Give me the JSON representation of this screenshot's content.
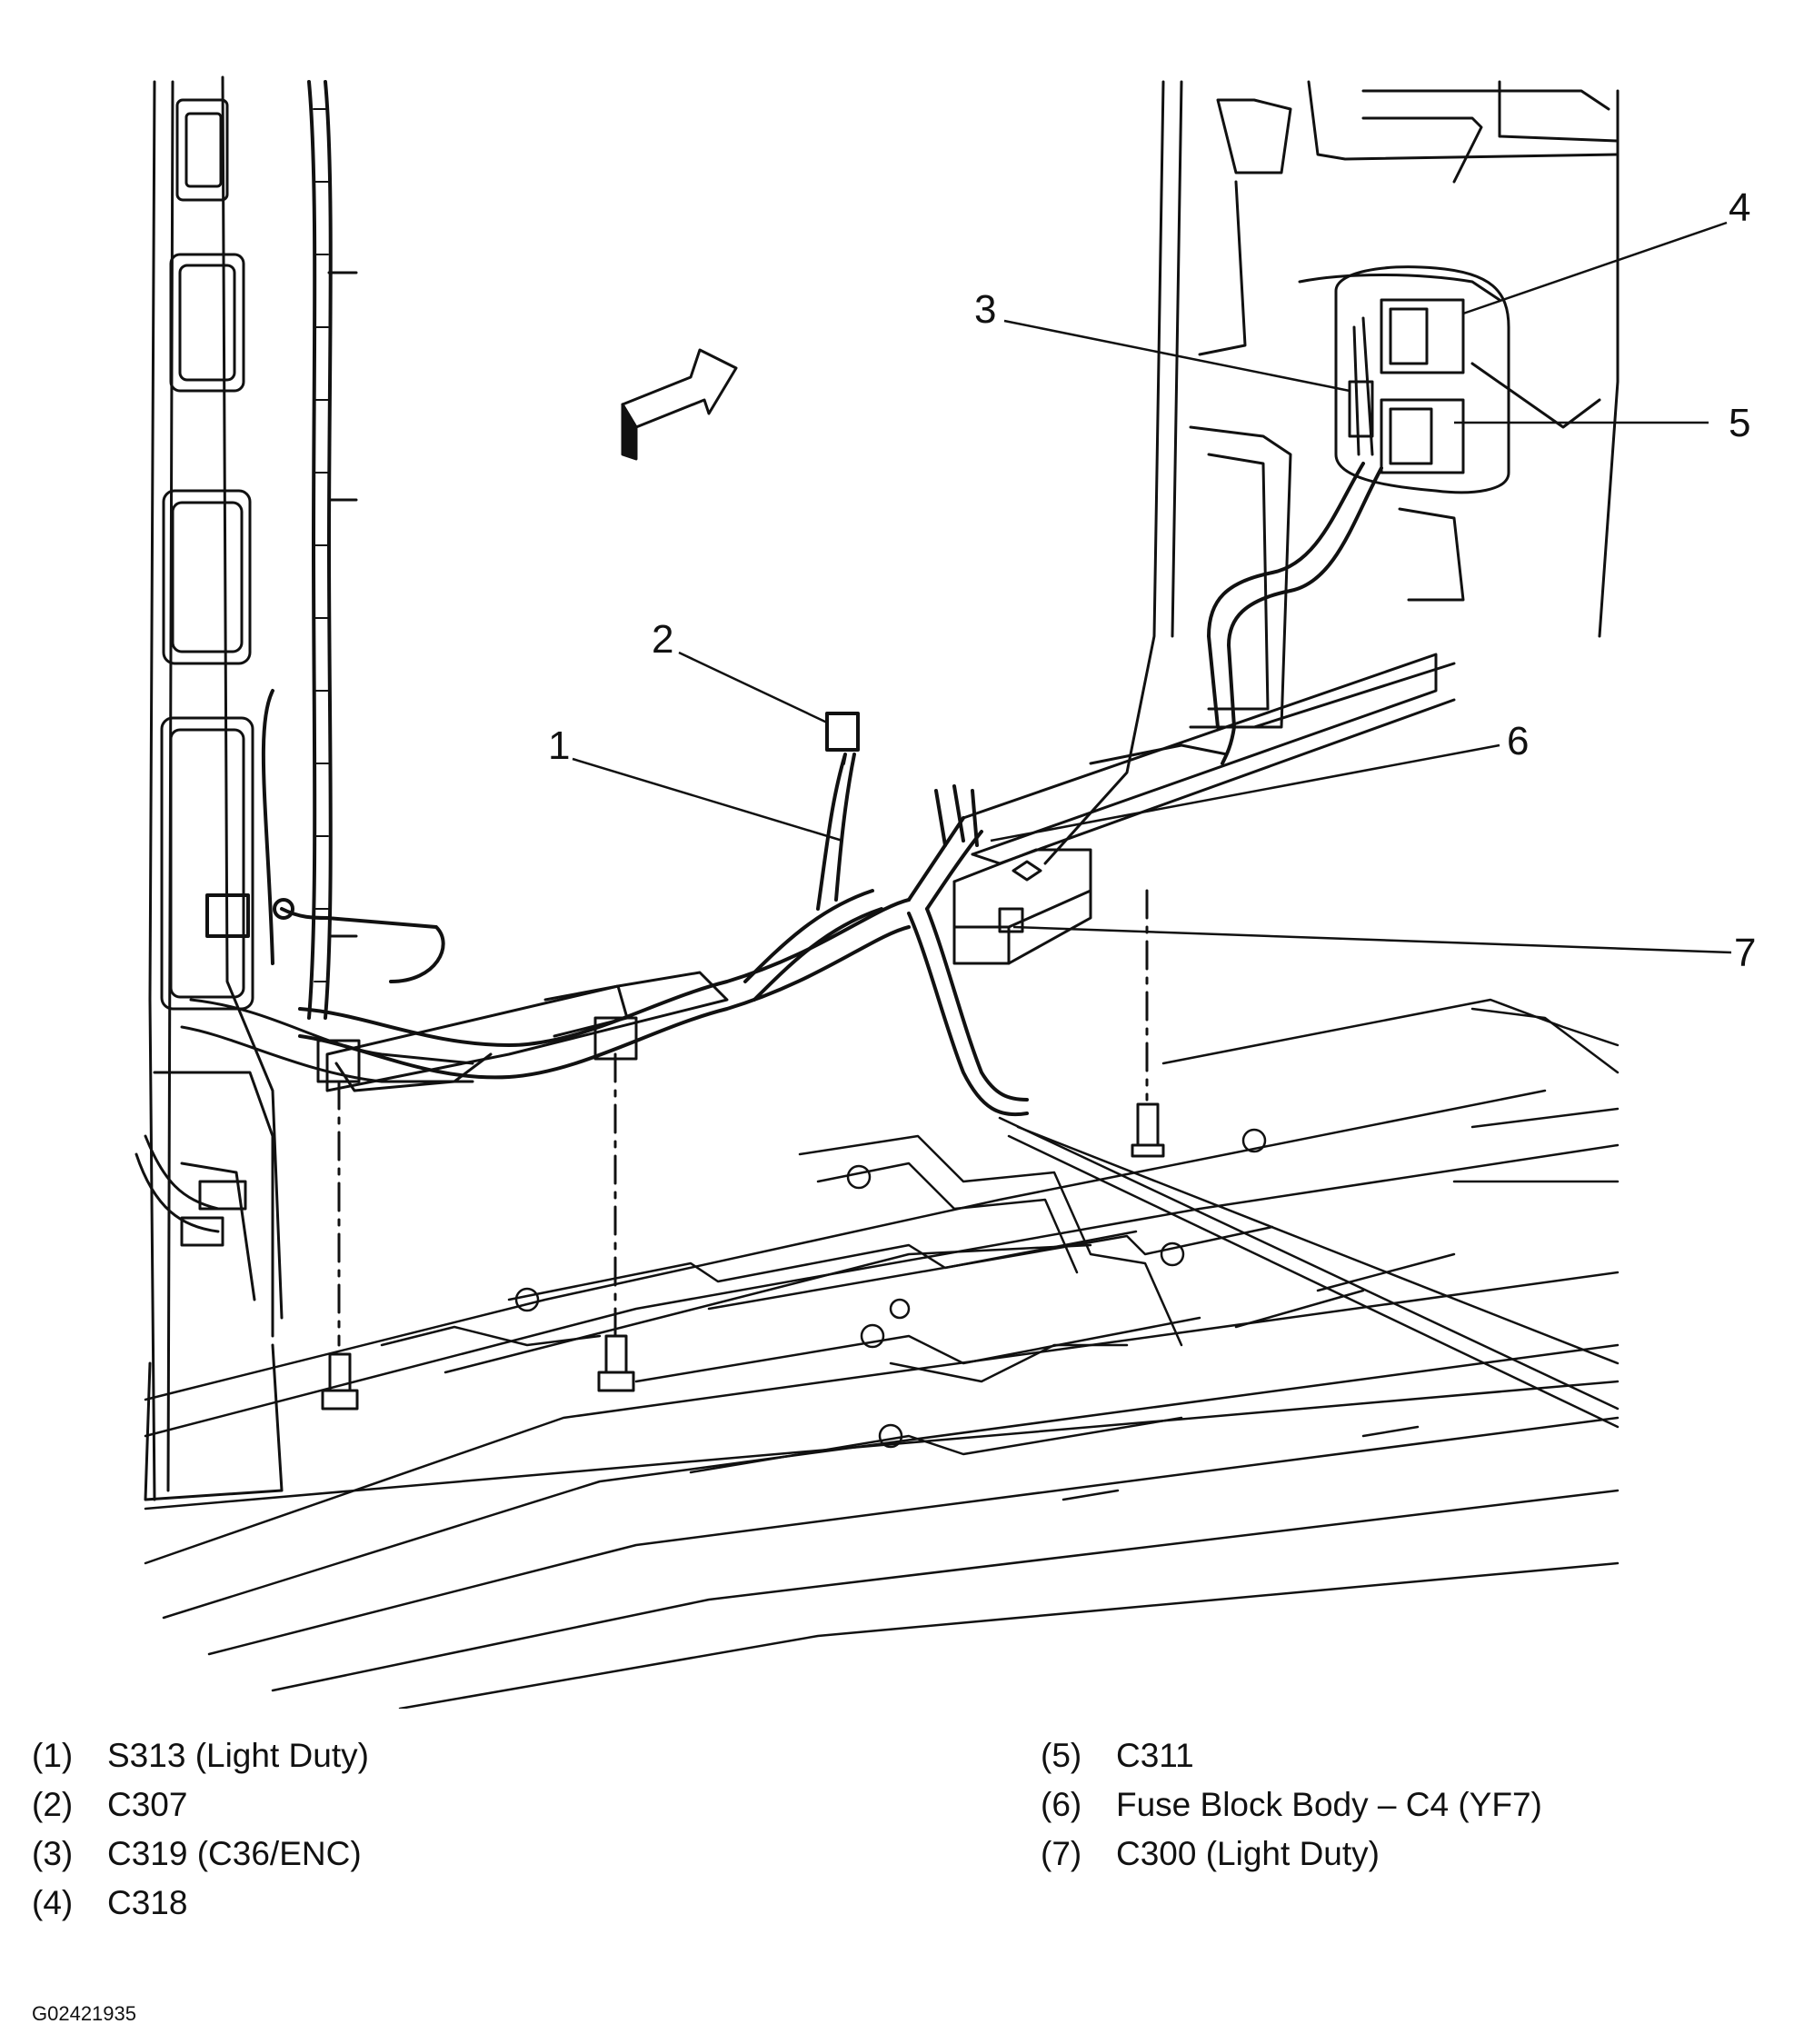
{
  "callouts": [
    "1",
    "2",
    "3",
    "4",
    "5",
    "6",
    "7"
  ],
  "legend": {
    "left": [
      {
        "num": "(1)",
        "label": "S313 (Light Duty)"
      },
      {
        "num": "(2)",
        "label": "C307"
      },
      {
        "num": "(3)",
        "label": "C319 (C36/ENC)"
      },
      {
        "num": "(4)",
        "label": "C318"
      }
    ],
    "right": [
      {
        "num": "(5)",
        "label": "C311"
      },
      {
        "num": "(6)",
        "label": "Fuse Block Body – C4 (YF7)"
      },
      {
        "num": "(7)",
        "label": "C300 (Light Duty)"
      }
    ]
  },
  "figure_id": "G02421935"
}
